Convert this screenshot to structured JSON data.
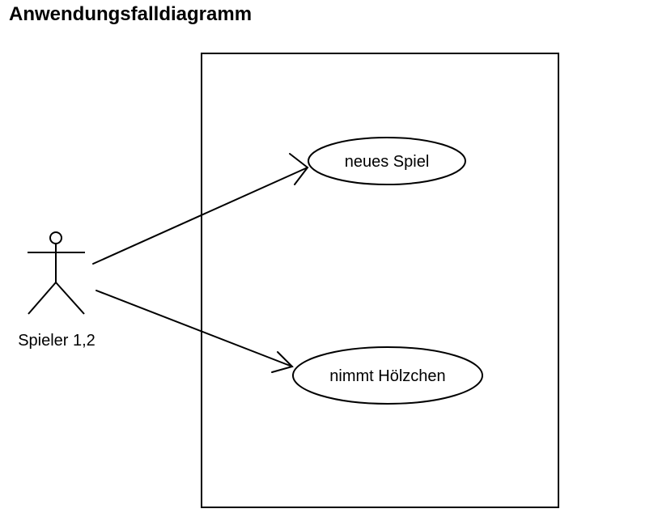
{
  "title": "Anwendungsfalldiagramm",
  "actor": {
    "label": "Spieler 1,2"
  },
  "use_cases": [
    {
      "label": "neues Spiel"
    },
    {
      "label": "nimmt Hölzchen"
    }
  ]
}
